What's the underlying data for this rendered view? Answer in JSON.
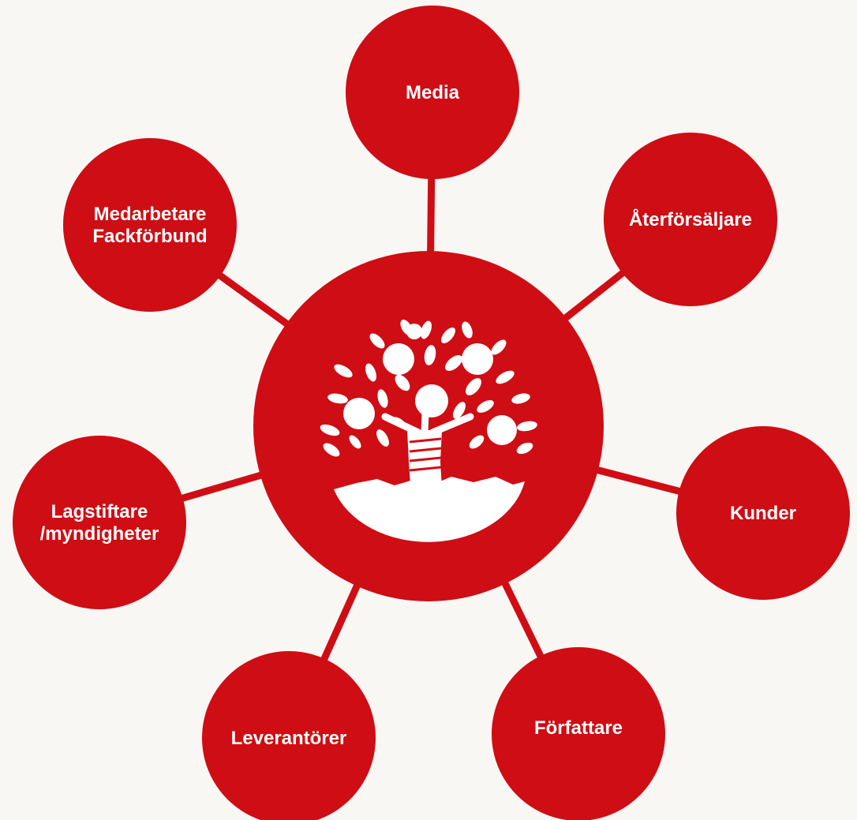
{
  "colors": {
    "background": "#f9f7f4",
    "brand_red": "#cf0d14",
    "emblem": "#ffffff"
  },
  "center": {
    "icon": "apple-tree-logo-icon"
  },
  "nodes": [
    {
      "id": "media",
      "lines": [
        "Media"
      ]
    },
    {
      "id": "aterforsaljare",
      "lines": [
        "Återförsäljare"
      ]
    },
    {
      "id": "kunder",
      "lines": [
        "Kunder"
      ]
    },
    {
      "id": "forfattare",
      "lines": [
        "Författare"
      ]
    },
    {
      "id": "leverantorer",
      "lines": [
        "Leverantörer"
      ]
    },
    {
      "id": "lagstiftare",
      "lines": [
        "Lagstiftare",
        "/myndigheter"
      ]
    },
    {
      "id": "medarbetare",
      "lines": [
        "Medarbetare",
        "Fackförbund"
      ]
    }
  ]
}
